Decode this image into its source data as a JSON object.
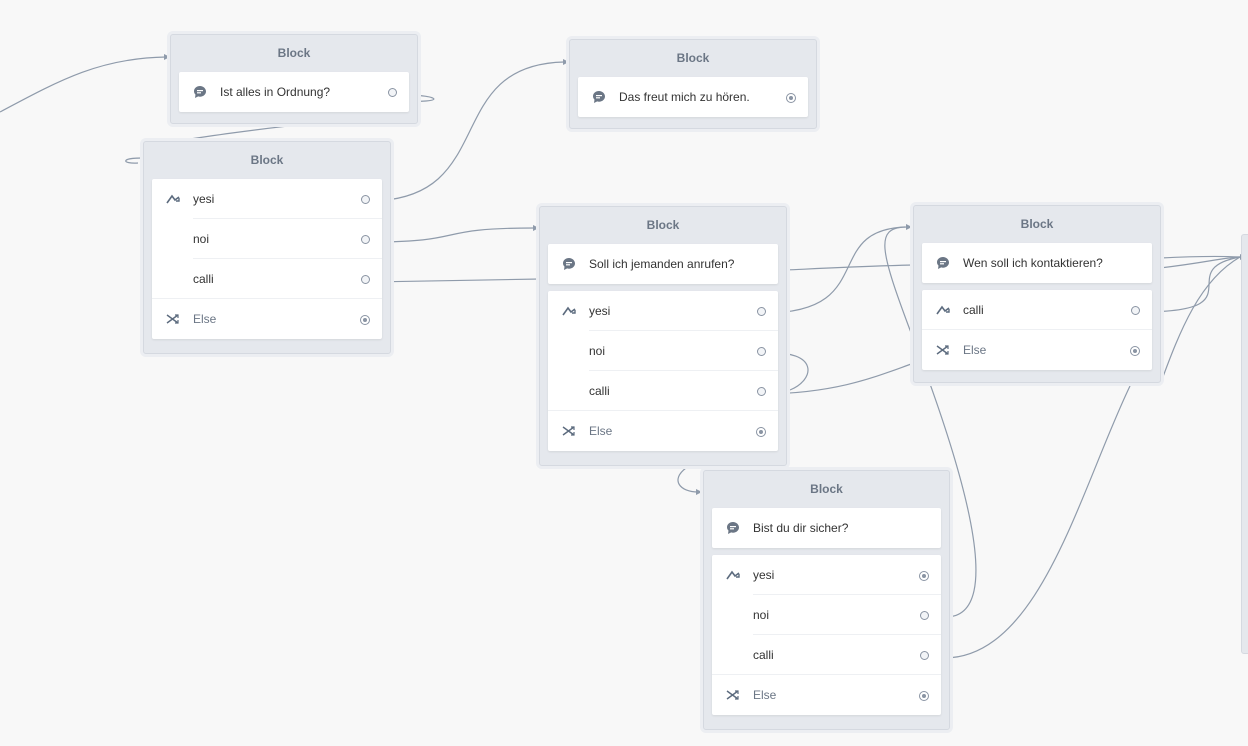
{
  "colors": {
    "canvas": "#f8f8f8",
    "block": "#e5e8ed",
    "connector": "#8f9bab",
    "icon": "#5c6b7e"
  },
  "blocks": {
    "b1": {
      "title": "Block",
      "message": "Ist alles in Ordnung?"
    },
    "b2": {
      "title": "Block",
      "message": "Das freut mich zu hören."
    },
    "b3": {
      "title": "Block",
      "options": [
        "yesi",
        "noi",
        "calli"
      ],
      "else": "Else"
    },
    "b4": {
      "title": "Block",
      "message": "Soll ich jemanden anrufen?",
      "options": [
        "yesi",
        "noi",
        "calli"
      ],
      "else": "Else"
    },
    "b5": {
      "title": "Block",
      "message": "Wen soll ich kontaktieren?",
      "options": [
        "calli"
      ],
      "else": "Else"
    },
    "b6": {
      "title": "Block",
      "message": "Bist du dir sicher?",
      "options": [
        "yesi",
        "noi",
        "calli"
      ],
      "else": "Else"
    }
  }
}
